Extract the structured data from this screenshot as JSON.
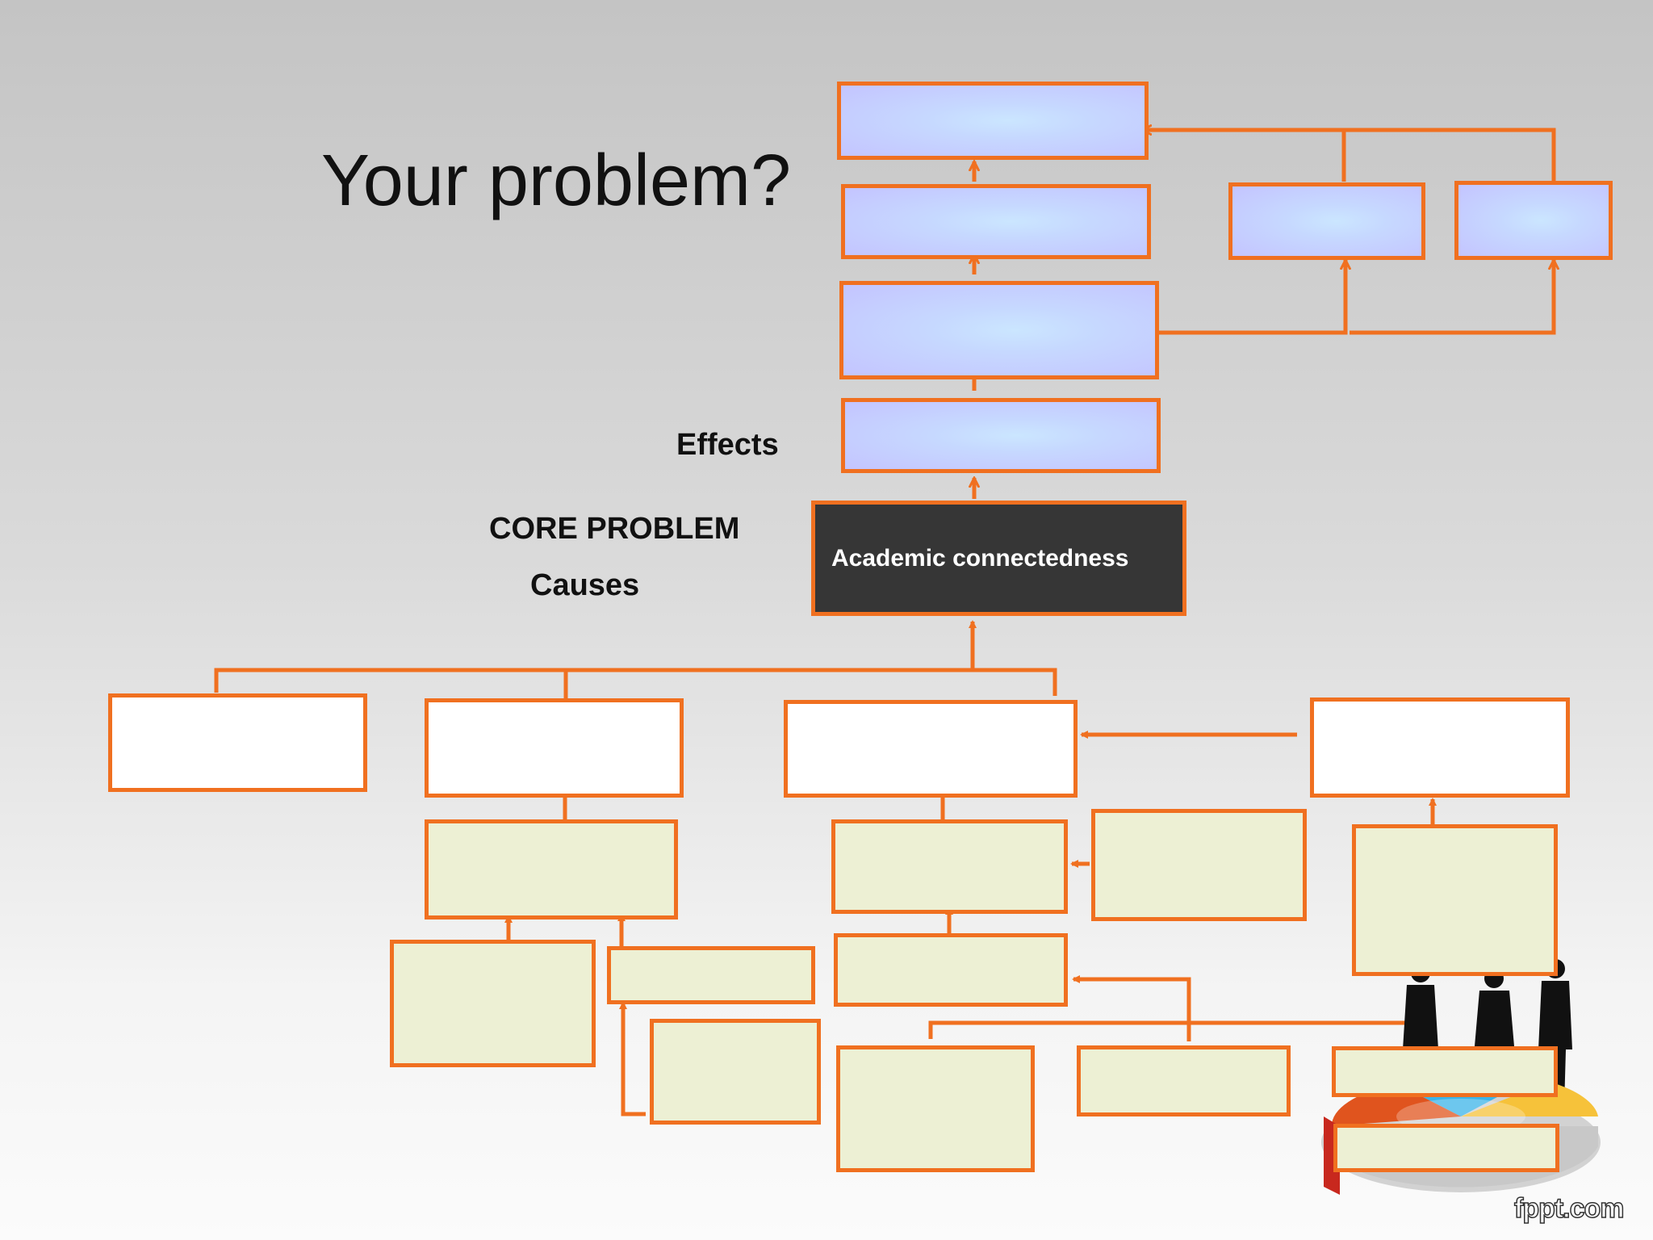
{
  "slide": {
    "title": "Your problem?",
    "effects_label": "Effects",
    "core_label": "CORE PROBLEM",
    "causes_label": "Causes",
    "core_problem_text": "Academic connectedness",
    "watermark": "fppt.com"
  },
  "colors": {
    "connector": "#f07020",
    "effect_box": "#c6d8ff",
    "cause_box": "#ffffff",
    "sub_cause_box": "#edf0d4",
    "core_box": "#363636"
  },
  "icons": [
    "people-silhouette-icon",
    "pie-chart-icon"
  ]
}
